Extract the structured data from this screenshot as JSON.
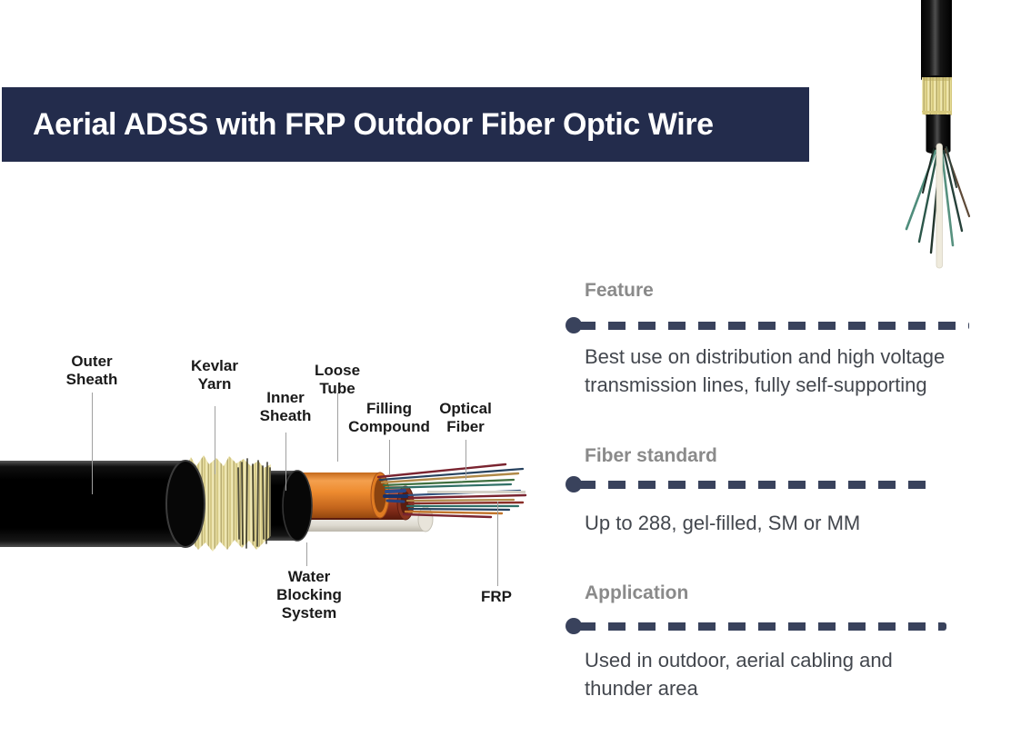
{
  "banner": {
    "title": "Aerial ADSS with FRP Outdoor Fiber Optic Wire"
  },
  "diagram": {
    "labels": {
      "outer_sheath": "Outer\nSheath",
      "kevlar_yarn": "Kevlar\nYarn",
      "inner_sheath": "Inner\nSheath",
      "loose_tube": "Loose\nTube",
      "filling_compound": "Filling\nCompound",
      "optical_fiber": "Optical\nFiber",
      "water_blocking_system": "Water\nBlocking\nSystem",
      "frp": "FRP"
    }
  },
  "sections": [
    {
      "heading": "Feature",
      "body": "Best use on distribution and high voltage transmission lines, fully self-supporting"
    },
    {
      "heading": "Fiber standard",
      "body": "Up to 288, gel-filled, SM or MM"
    },
    {
      "heading": "Application",
      "body": "Used in outdoor, aerial cabling and thunder area"
    }
  ],
  "colors": {
    "banner_bg": "#232c4c",
    "banner_text": "#ffffff",
    "divider_navy": "#39425c",
    "heading_gray": "#8a8a8a",
    "body_text": "#43474e",
    "label_text": "#1a1a1a",
    "kevlar_yellow": "#e9e0a4",
    "loose_tube_orange": "#ee8c30",
    "filling_compound_red": "#9a3a24",
    "white_tube": "#f2f0ea"
  }
}
